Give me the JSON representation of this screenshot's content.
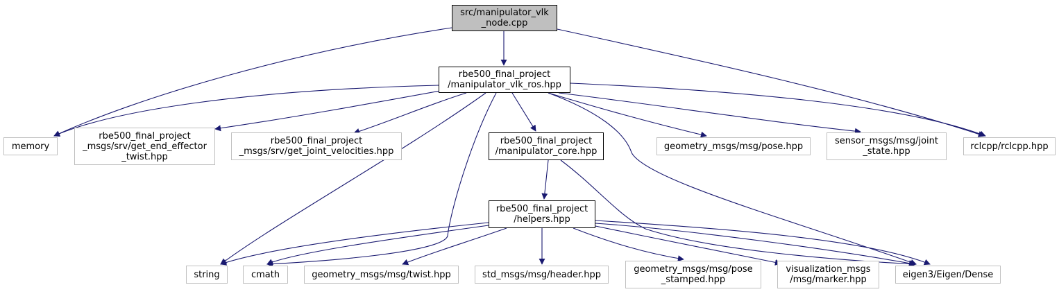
{
  "colors": {
    "edge": "#191970",
    "focus_fill": "#bfbfbf",
    "box_border": "#bfbfbf"
  },
  "nodes": {
    "manipulator_vlk_node": {
      "lines": [
        "src/manipulator_vlk",
        "_node.cpp"
      ]
    },
    "manipulator_vlk_ros": {
      "lines": [
        "rbe500_final_project",
        "/manipulator_vlk_ros.hpp"
      ]
    },
    "memory": {
      "lines": [
        "memory"
      ]
    },
    "get_end_effector_twist": {
      "lines": [
        "rbe500_final_project",
        "_msgs/srv/get_end_effector",
        "_twist.hpp"
      ]
    },
    "get_joint_velocities": {
      "lines": [
        "rbe500_final_project",
        "_msgs/srv/get_joint_velocities.hpp"
      ]
    },
    "manipulator_core": {
      "lines": [
        "rbe500_final_project",
        "/manipulator_core.hpp"
      ]
    },
    "pose": {
      "lines": [
        "geometry_msgs/msg/pose.hpp"
      ]
    },
    "joint_state": {
      "lines": [
        "sensor_msgs/msg/joint",
        "_state.hpp"
      ]
    },
    "rclcpp": {
      "lines": [
        "rclcpp/rclcpp.hpp"
      ]
    },
    "helpers": {
      "lines": [
        "rbe500_final_project",
        "/helpers.hpp"
      ]
    },
    "string": {
      "lines": [
        "string"
      ]
    },
    "cmath": {
      "lines": [
        "cmath"
      ]
    },
    "twist": {
      "lines": [
        "geometry_msgs/msg/twist.hpp"
      ]
    },
    "header": {
      "lines": [
        "std_msgs/msg/header.hpp"
      ]
    },
    "pose_stamped": {
      "lines": [
        "geometry_msgs/msg/pose",
        "_stamped.hpp"
      ]
    },
    "marker": {
      "lines": [
        "visualization_msgs",
        "/msg/marker.hpp"
      ]
    },
    "eigen": {
      "lines": [
        "eigen3/Eigen/Dense"
      ]
    }
  }
}
